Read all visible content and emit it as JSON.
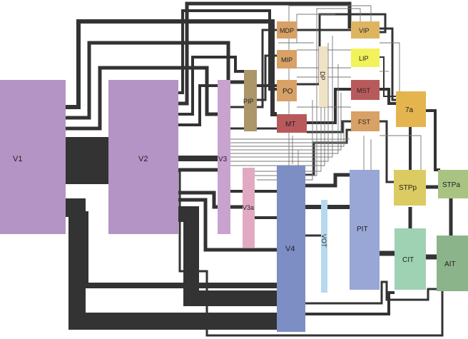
{
  "areas": {
    "v1": {
      "label": "V1",
      "color": "#b394c4"
    },
    "v2": {
      "label": "V2",
      "color": "#b394c4"
    },
    "v3": {
      "label": "V3",
      "color": "#c8a3d0"
    },
    "v3a": {
      "label": "V3a",
      "color": "#e2a9c2"
    },
    "v4": {
      "label": "V4",
      "color": "#7d8ec4"
    },
    "vot": {
      "label": "VOT",
      "color": "#b6d9ef"
    },
    "pit": {
      "label": "PIT",
      "color": "#98a7d6"
    },
    "cit": {
      "label": "CIT",
      "color": "#9ed2b3"
    },
    "ait": {
      "label": "AIT",
      "color": "#8cb48b"
    },
    "stpp": {
      "label": "STPp",
      "color": "#dccb63"
    },
    "stpa": {
      "label": "STPa",
      "color": "#a9c383"
    },
    "a7a": {
      "label": "7a",
      "color": "#e4b44e"
    },
    "pip": {
      "label": "PIP",
      "color": "#aa9668"
    },
    "mdp": {
      "label": "MDP",
      "color": "#d8a166"
    },
    "mip": {
      "label": "MIP",
      "color": "#d8a166"
    },
    "po": {
      "label": "PO",
      "color": "#d8a166"
    },
    "mt": {
      "label": "MT",
      "color": "#b85a5c"
    },
    "dp": {
      "label": "DP",
      "color": "#f0e2c4"
    },
    "vip": {
      "label": "VIP",
      "color": "#ddb561"
    },
    "lip": {
      "label": "LIP",
      "color": "#f2f25a"
    },
    "mst": {
      "label": "MST",
      "color": "#b85a5c"
    },
    "fst": {
      "label": "FST",
      "color": "#d8a166"
    }
  },
  "connection_color": "#333333"
}
